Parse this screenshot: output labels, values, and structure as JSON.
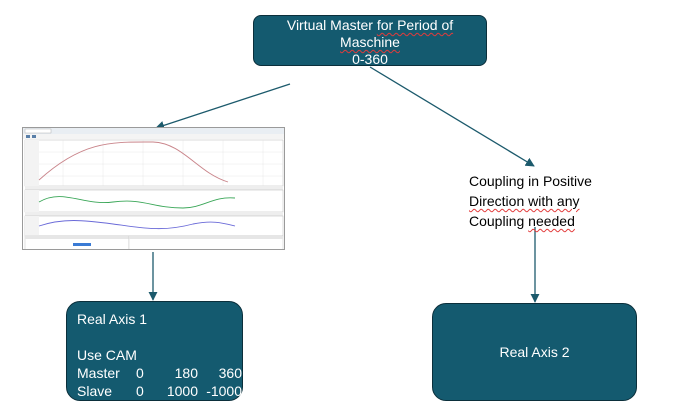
{
  "top_box": {
    "line1_pre": "Virtual Master ",
    "line1_sq": "for Period of",
    "line2_sq": "Maschine",
    "line3": "0-360"
  },
  "coupling_note": {
    "line1": "Coupling in Positive",
    "line2_sq": "Direction with any",
    "line3_pre": "Coupling ",
    "line3_sq": "needed"
  },
  "axis1": {
    "title": "Real Axis 1",
    "mode": "Use CAM",
    "rows": [
      {
        "label": "Master",
        "v1": "0",
        "v2": "180",
        "v3": "360"
      },
      {
        "label": "Slave",
        "v1": "0",
        "v2": "1000",
        "v3": "-1000"
      }
    ]
  },
  "axis2": {
    "title": "Real Axis 2"
  },
  "colors": {
    "box_fill": "#145a6f",
    "box_border": "#0b2f3b",
    "arrow": "#1c5a6c",
    "spell_underline": "#e23b3b",
    "curve_top": "#c9848a",
    "curve_mid": "#39a657",
    "curve_bottom": "#6a6ad8"
  }
}
